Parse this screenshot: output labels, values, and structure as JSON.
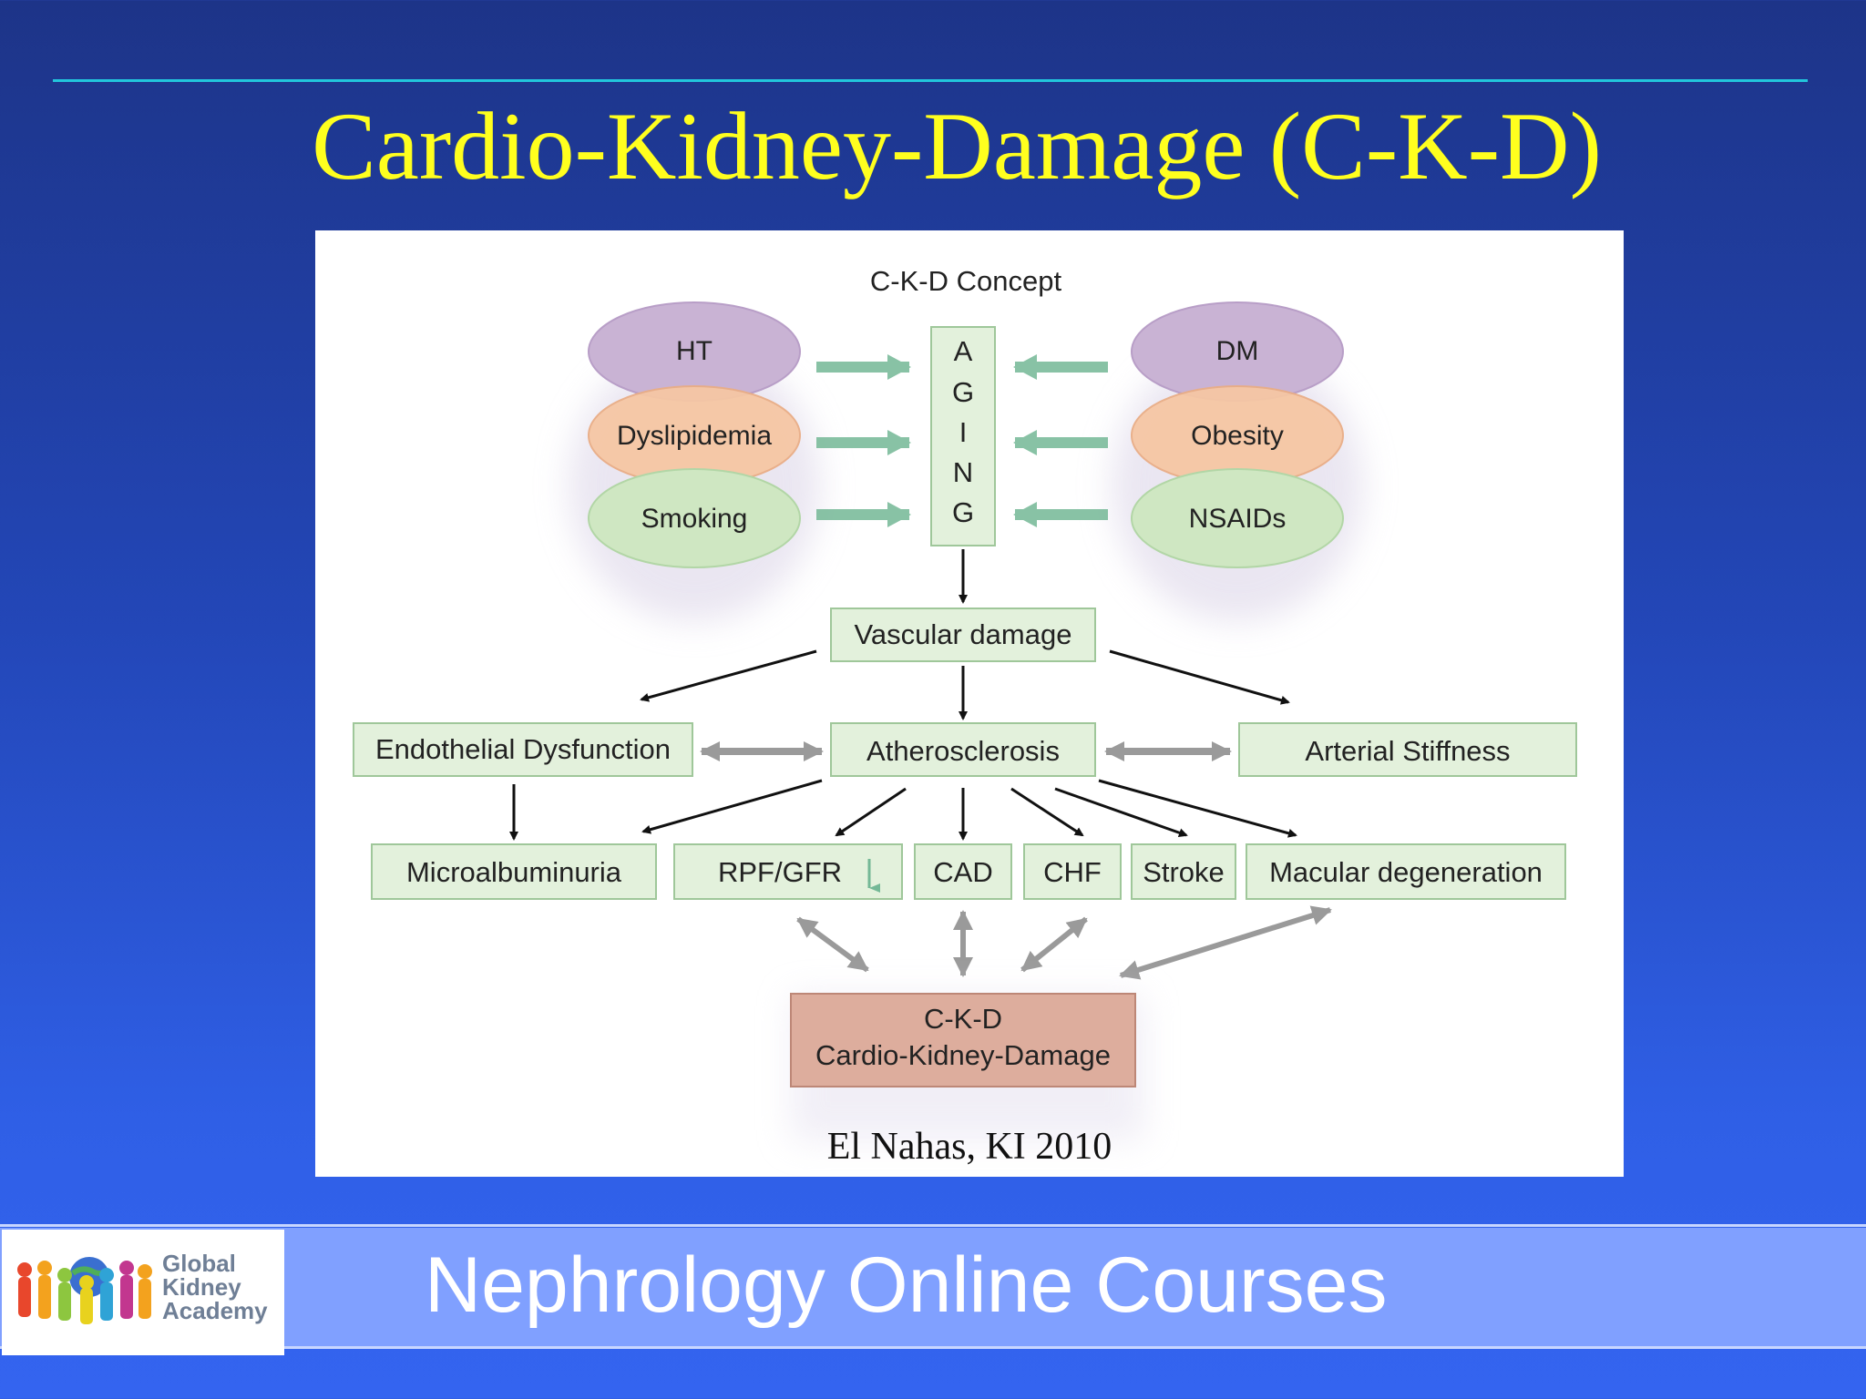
{
  "slide": {
    "title": "Cardio-Kidney-Damage (C-K-D)",
    "citation": "El Nahas, KI 2010",
    "footer": "Nephrology Online Courses",
    "logo": {
      "line1": "Global",
      "line2": "Kidney",
      "line3": "Academy"
    }
  },
  "diagram": {
    "heading": "C-K-D Concept",
    "left_factors": [
      "HT",
      "Dyslipidemia",
      "Smoking"
    ],
    "right_factors": [
      "DM",
      "Obesity",
      "NSAIDs"
    ],
    "aging_letters": [
      "A",
      "G",
      "I",
      "N",
      "G"
    ],
    "vascular_damage": "Vascular damage",
    "middle_row": [
      "Endothelial Dysfunction",
      "Atherosclerosis",
      "Arterial Stiffness"
    ],
    "outcomes": [
      "Microalbuminuria",
      "RPF/GFR",
      "CAD",
      "CHF",
      "Stroke",
      "Macular degeneration"
    ],
    "result_line1": "C-K-D",
    "result_line2": "Cardio-Kidney-Damage"
  },
  "colors": {
    "title": "#ffff1e",
    "purple_oval": "#c9b3d4",
    "orange_oval": "#f6c7a4",
    "green_oval": "#cfe7c2",
    "green_box": "#e3f1dc",
    "result_box": "#ddad9d",
    "green_arrow": "#74b896"
  }
}
